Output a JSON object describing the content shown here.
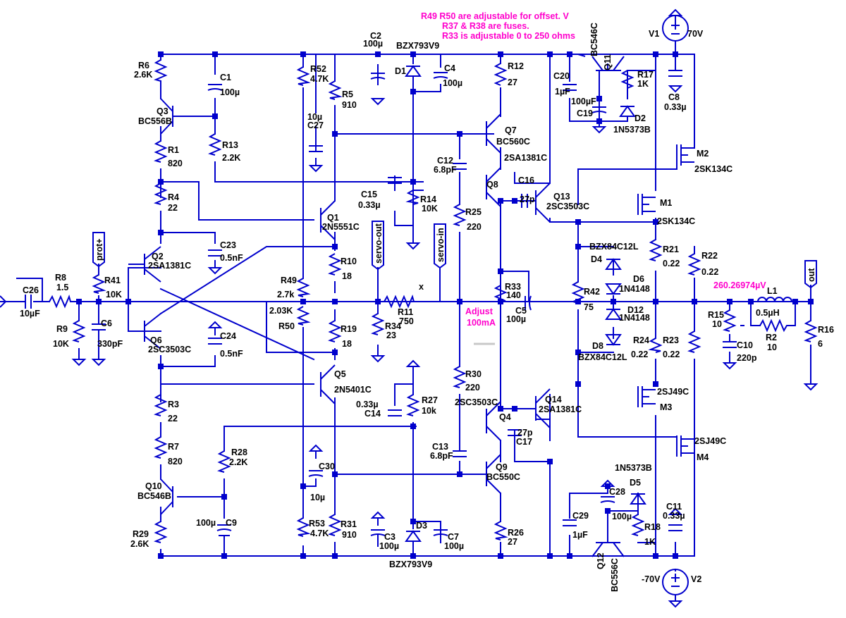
{
  "notes": {
    "line1": "R49 R50 are adjustable for offset. V",
    "line2": "R37 & R38 are fuses.",
    "line3": "R33 is adjustable 0 to 250 ohms"
  },
  "annotations": {
    "adjust": "Adjust",
    "adjust_value": "100mA",
    "probe_voltage": "260.26974µV",
    "probe_marker": "x"
  },
  "sources": {
    "v1": {
      "ref": "V1",
      "value": "70V"
    },
    "v2": {
      "ref": "V2",
      "value": "-70V"
    }
  },
  "flags": {
    "prot": "prot+",
    "servo_out": "servo-out",
    "servo_in": "servo-in",
    "out": "out"
  },
  "resistors": {
    "R1": {
      "ref": "R1",
      "value": "820"
    },
    "R2": {
      "ref": "R2",
      "value": "10"
    },
    "R3": {
      "ref": "R3",
      "value": "22"
    },
    "R4": {
      "ref": "R4",
      "value": "22"
    },
    "R5": {
      "ref": "R5",
      "value": "910"
    },
    "R6": {
      "ref": "R6",
      "value": "2.6K"
    },
    "R7": {
      "ref": "R7",
      "value": "820"
    },
    "R8": {
      "ref": "R8",
      "value": "1.5"
    },
    "R9": {
      "ref": "R9",
      "value": "10K"
    },
    "R10": {
      "ref": "R10",
      "value": "18"
    },
    "R11": {
      "ref": "R11",
      "value": "750"
    },
    "R12": {
      "ref": "R12",
      "value": "27"
    },
    "R13": {
      "ref": "R13",
      "value": "2.2K"
    },
    "R14": {
      "ref": "R14",
      "value": "10K"
    },
    "R15": {
      "ref": "R15",
      "value": "10"
    },
    "R16": {
      "ref": "R16",
      "value": "6"
    },
    "R17": {
      "ref": "R17",
      "value": "1K"
    },
    "R18": {
      "ref": "R18",
      "value": "1K"
    },
    "R19": {
      "ref": "R19",
      "value": "18"
    },
    "R21": {
      "ref": "R21",
      "value": "0.22"
    },
    "R22": {
      "ref": "R22",
      "value": "0.22"
    },
    "R23": {
      "ref": "R23",
      "value": "0.22"
    },
    "R24": {
      "ref": "R24",
      "value": "0.22"
    },
    "R25": {
      "ref": "R25",
      "value": "220"
    },
    "R26": {
      "ref": "R26",
      "value": "27"
    },
    "R27": {
      "ref": "R27",
      "value": "10k"
    },
    "R28": {
      "ref": "R28",
      "value": "2.2K"
    },
    "R29": {
      "ref": "R29",
      "value": "2.6K"
    },
    "R30": {
      "ref": "R30",
      "value": "220"
    },
    "R31": {
      "ref": "R31",
      "value": "910"
    },
    "R33": {
      "ref": "R33",
      "value": "140"
    },
    "R34": {
      "ref": "R34",
      "value": "23"
    },
    "R41": {
      "ref": "R41",
      "value": "10K"
    },
    "R42": {
      "ref": "R42",
      "value": "75"
    },
    "R49": {
      "ref": "R49",
      "value": "2.7k"
    },
    "R50": {
      "ref": "R50",
      "value": "2.03K"
    },
    "R52": {
      "ref": "R52",
      "value": "4.7K"
    },
    "R53": {
      "ref": "R53",
      "value": "4.7K"
    }
  },
  "capacitors": {
    "C1": {
      "ref": "C1",
      "value": "100µ"
    },
    "C2": {
      "ref": "C2",
      "value": "100µ"
    },
    "C3": {
      "ref": "C3",
      "value": "100µ"
    },
    "C4": {
      "ref": "C4",
      "value": "100µ"
    },
    "C5": {
      "ref": "C5",
      "value": "100µ"
    },
    "C6": {
      "ref": "C6",
      "value": "330pF"
    },
    "C7": {
      "ref": "C7",
      "value": "100µ"
    },
    "C8": {
      "ref": "C8",
      "value": "0.33µ"
    },
    "C9": {
      "ref": "C9",
      "value": "100µ"
    },
    "C10": {
      "ref": "C10",
      "value": "220p"
    },
    "C11": {
      "ref": "C11",
      "value": "0.33µ"
    },
    "C12": {
      "ref": "C12",
      "value": "6.8pF"
    },
    "C13": {
      "ref": "C13",
      "value": "6.8pF"
    },
    "C14": {
      "ref": "C14",
      "value": "0.33µ"
    },
    "C15": {
      "ref": "C15",
      "value": "0.33µ"
    },
    "C16": {
      "ref": "C16",
      "value": "27p"
    },
    "C17": {
      "ref": "C17",
      "value": "27p"
    },
    "C19": {
      "ref": "C19",
      "value": "100µF"
    },
    "C20": {
      "ref": "C20",
      "value": "1µF"
    },
    "C23": {
      "ref": "C23",
      "value": "0.5nF"
    },
    "C24": {
      "ref": "C24",
      "value": "0.5nF"
    },
    "C26": {
      "ref": "C26",
      "value": "10µF"
    },
    "C27": {
      "ref": "C27",
      "value": "10µ"
    },
    "C28": {
      "ref": "C28",
      "value": "100µ"
    },
    "C29": {
      "ref": "C29",
      "value": "1µF"
    },
    "C30": {
      "ref": "C30",
      "value": "10µ"
    }
  },
  "inductors": {
    "L1": {
      "ref": "L1",
      "value": "0.5µH"
    }
  },
  "diodes": {
    "D1": {
      "ref": "D1",
      "value": "BZX793V9"
    },
    "D2": {
      "ref": "D2",
      "value": "1N5373B"
    },
    "D3": {
      "ref": "D3",
      "value": "BZX793V9"
    },
    "D4": {
      "ref": "D4",
      "value": "BZX84C12L"
    },
    "D5": {
      "ref": "D5",
      "value": "1N5373B"
    },
    "D6": {
      "ref": "D6",
      "value": "1N4148"
    },
    "D8": {
      "ref": "D8",
      "value": "BZX84C12L"
    },
    "D12": {
      "ref": "D12",
      "value": "1N4148"
    }
  },
  "transistors": {
    "Q1": {
      "ref": "Q1",
      "value": "2N5551C"
    },
    "Q2": {
      "ref": "Q2",
      "value": "2SA1381C"
    },
    "Q3": {
      "ref": "Q3",
      "value": "BC556B"
    },
    "Q4": {
      "ref": "Q4",
      "value": "2SC3503C"
    },
    "Q5": {
      "ref": "Q5",
      "value": "2N5401C"
    },
    "Q6": {
      "ref": "Q6",
      "value": "2SC3503C"
    },
    "Q7": {
      "ref": "Q7",
      "value": "BC560C"
    },
    "Q8": {
      "ref": "Q8",
      "value": "2SA1381C"
    },
    "Q9": {
      "ref": "Q9",
      "value": "BC550C"
    },
    "Q10": {
      "ref": "Q10",
      "value": "BC546B"
    },
    "Q11": {
      "ref": "Q11",
      "value": "BC546C"
    },
    "Q12": {
      "ref": "Q12",
      "value": "BC556C"
    },
    "Q13": {
      "ref": "Q13",
      "value": "2SC3503C"
    },
    "Q14": {
      "ref": "Q14",
      "value": "2SA1381C"
    }
  },
  "mosfets": {
    "M1": {
      "ref": "M1",
      "value": "2SK134C"
    },
    "M2": {
      "ref": "M2",
      "value": "2SK134C"
    },
    "M3": {
      "ref": "M3",
      "value": "2SJ49C"
    },
    "M4": {
      "ref": "M4",
      "value": "2SJ49C"
    }
  }
}
